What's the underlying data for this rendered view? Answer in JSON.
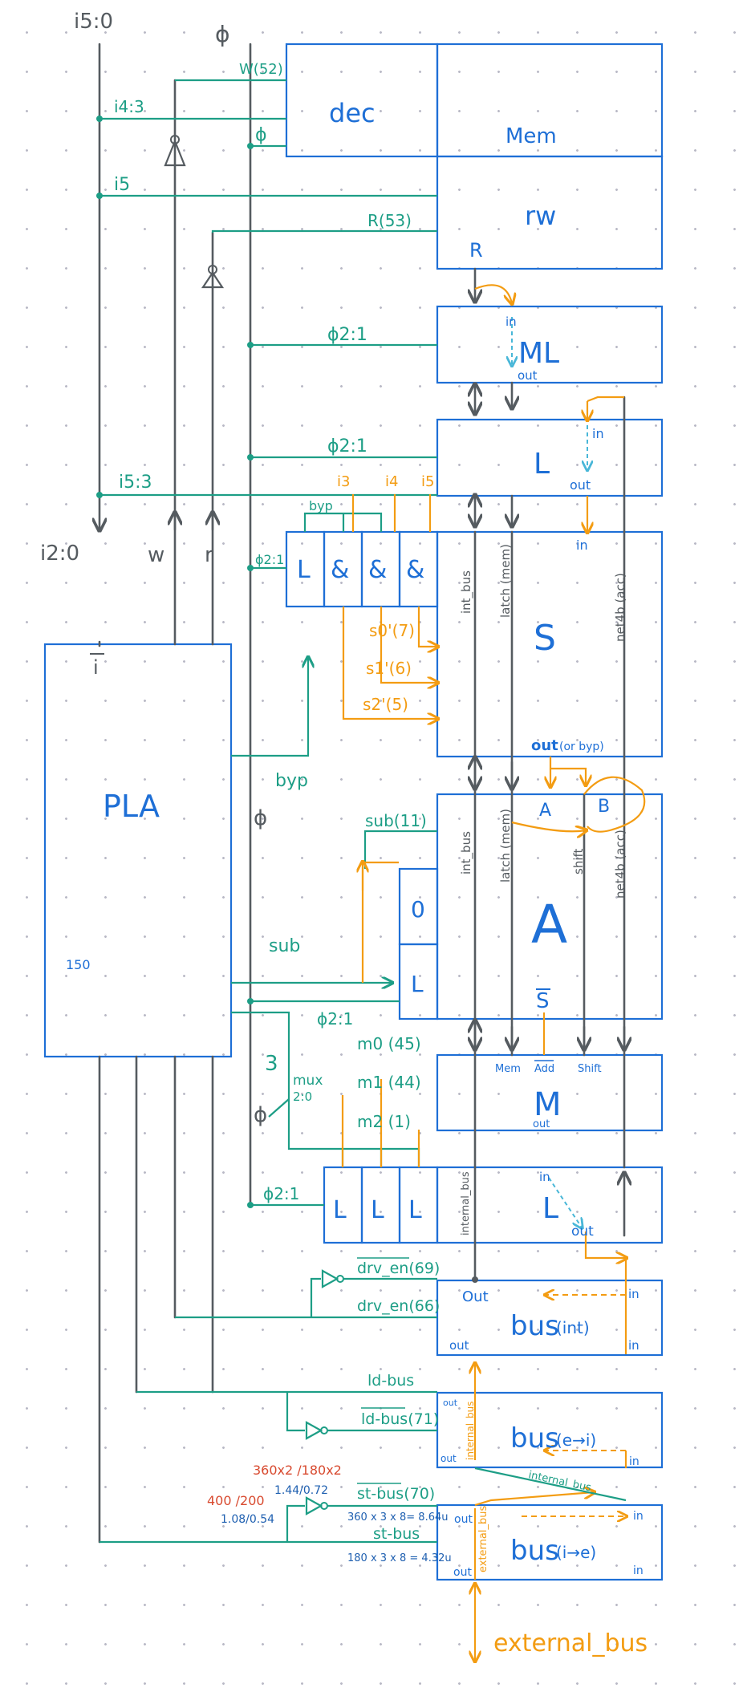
{
  "blocks": {
    "dec": "dec",
    "mem": "Mem",
    "rw": "rw",
    "r": "R",
    "ml": "ML",
    "l": "L",
    "s": "S",
    "a": "A",
    "m": "M",
    "bus": "bus",
    "pla": "PLA",
    "pla_num": "150",
    "zero": "0",
    "amp": "&",
    "int": "(int)",
    "ei": "(e→i)",
    "ie": "(i→e)"
  },
  "ports": {
    "in": "in",
    "out": "out",
    "out_cap": "Out",
    "out_or_byp": "out",
    "or_byp": "(or byp)",
    "a_in": "A",
    "b_in": "B",
    "s_bar": "S",
    "mem_in": "Mem",
    "add_in": "Add",
    "shift_in": "Shift"
  },
  "buses": {
    "int_bus": "int_bus",
    "latch_mem": "latch (mem)",
    "net4b_acc": "net4b (acc)",
    "shift": "shift",
    "internal_bus": "internal_bus",
    "internal_dash_bus": "internal_bus",
    "external_bus_v": "external_bus",
    "external_bus": "external_bus",
    "internal_bus_cross": "internal_bus"
  },
  "signals": {
    "i5_0": "i5:0",
    "phi": "ϕ",
    "i4_3": "i4:3",
    "i5": "i5",
    "i5_3": "i5:3",
    "i2_0": "i2:0",
    "w": "w",
    "r": "r",
    "i_bar": "i",
    "w52": "W(52)",
    "r53": "R(53)",
    "phi2_1": "ϕ2:1",
    "byp": "byp",
    "i3o": "i3",
    "i4o": "i4",
    "i5o": "i5",
    "so7": "s0'(7)",
    "s16": "s1'(6)",
    "s25": "s2'(5)",
    "sub11": "sub(11)",
    "sub": "sub",
    "m0": "m0 (45)",
    "m1": "m1 (44)",
    "m2": "m2 (1)",
    "three": "3",
    "mux": "mux",
    "mux20": "2:0",
    "drv_en69": "drv_en(69)",
    "drv_en66": "drv_en(66)",
    "ld_bus": "ld-bus",
    "ld_bus71": "ld-bus(71)",
    "st_bus70": "st-bus(70)",
    "st_bus": "st-bus"
  },
  "notes": {
    "n1": "360x2 /180x2",
    "n2": "1.44/0.72",
    "n3": "400 /200",
    "n4": "1.08/0.54",
    "n5": "360 x 3 x 8= 8.64u",
    "n6": "180 x 3 x 8 = 4.32u"
  }
}
